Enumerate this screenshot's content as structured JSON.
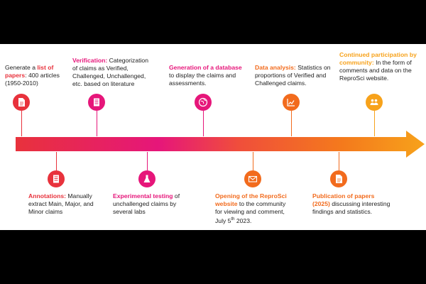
{
  "colors": {
    "red": "#e8323c",
    "magenta": "#e6167a",
    "pink": "#d6178e",
    "orange": "#f26b1d",
    "amber": "#f7a21b"
  },
  "events": [
    {
      "id": "papers",
      "pre": "Generate a ",
      "highlight": "list of papers",
      "post": ": 400 articles (1950-2010)",
      "icon": "document-icon"
    },
    {
      "id": "annotations",
      "highlight": "Annotations:",
      "post": " Manually extract Main, Major, and Minor claims",
      "icon": "list-icon"
    },
    {
      "id": "verification",
      "highlight": "Verification:",
      "post": " Categorization of claims as Verified, Challenged, Unchallenged, etc. based on literature",
      "icon": "checklist-icon"
    },
    {
      "id": "experimental",
      "highlight": "Experimental testing",
      "post": " of unchallenged claims by several labs",
      "icon": "flask-icon"
    },
    {
      "id": "database",
      "highlight": "Generation of a database",
      "post": " to display the claims and assessments.",
      "icon": "globe-icon"
    },
    {
      "id": "opening",
      "highlight": "Opening of the ReproSci website",
      "post": " to the community for viewing and comment, July 5",
      "sup": "th",
      "post2": " 2023.",
      "icon": "envelope-icon"
    },
    {
      "id": "analysis",
      "highlight": "Data analysis:",
      "post": " Statistics on proportions of Verified and Challenged claims.",
      "icon": "chart-icon"
    },
    {
      "id": "publication",
      "highlight": "Publication of papers (2025)",
      "post": " discussing interesting findings and statistics.",
      "icon": "document-icon"
    },
    {
      "id": "community",
      "highlight": "Continued participation by community:",
      "post": " In the form of comments and data on the ReproSci website.",
      "icon": "people-icon"
    }
  ]
}
